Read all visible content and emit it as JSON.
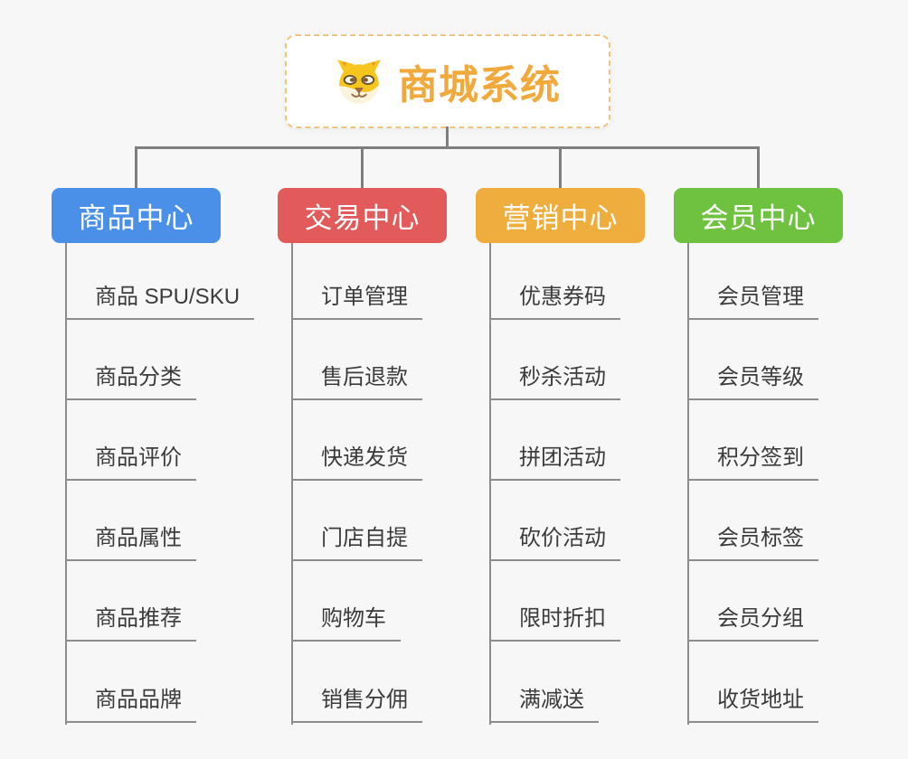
{
  "diagram": {
    "type": "mindmap-org-chart",
    "background_color": "#f7f7f7",
    "connector_color": "#7e7e7e",
    "underline_color": "#8c8c8c"
  },
  "root": {
    "title": "商城系统",
    "icon": "dog-face-icon",
    "text_color": "#f1a93c",
    "border_color": "#f3c27e"
  },
  "branches": [
    {
      "label": "商品中心",
      "color": "#4a90e8",
      "children": [
        "商品 SPU/SKU",
        "商品分类",
        "商品评价",
        "商品属性",
        "商品推荐",
        "商品品牌"
      ]
    },
    {
      "label": "交易中心",
      "color": "#e25a5a",
      "children": [
        "订单管理",
        "售后退款",
        "快递发货",
        "门店自提",
        "购物车",
        "销售分佣"
      ]
    },
    {
      "label": "营销中心",
      "color": "#efad3e",
      "children": [
        "优惠券码",
        "秒杀活动",
        "拼团活动",
        "砍价活动",
        "限时折扣",
        "满减送"
      ]
    },
    {
      "label": "会员中心",
      "color": "#6fc23f",
      "children": [
        "会员管理",
        "会员等级",
        "积分签到",
        "会员标签",
        "会员分组",
        "收货地址"
      ]
    }
  ]
}
